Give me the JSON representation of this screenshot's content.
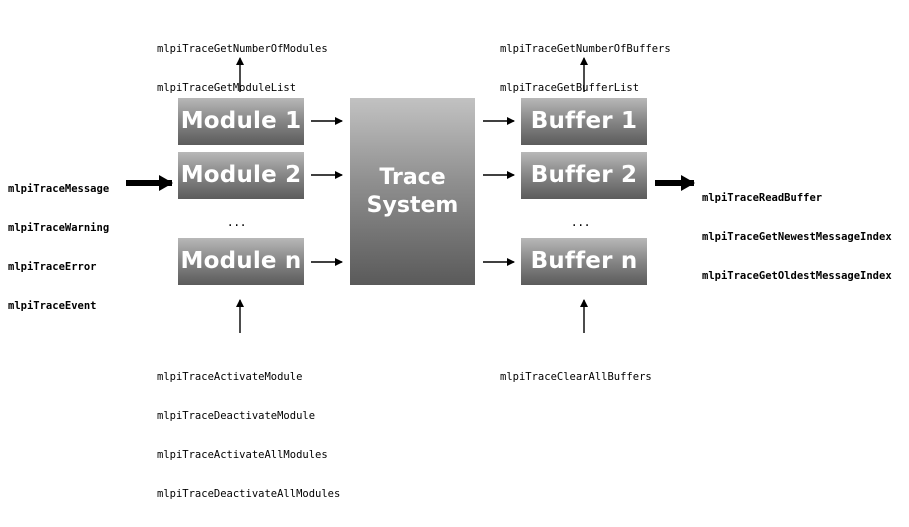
{
  "module_boxes": {
    "module1": "Module 1",
    "module2": "Module 2",
    "module_n": "Module n",
    "ellipsis": "..."
  },
  "trace_system": {
    "line1": "Trace",
    "line2": "System"
  },
  "buffer_boxes": {
    "buffer1": "Buffer 1",
    "buffer2": "Buffer 2",
    "buffer_n": "Buffer n",
    "ellipsis": "..."
  },
  "functions": {
    "module_query": [
      "mlpiTraceGetNumberOfModules",
      "mlpiTraceGetModuleList"
    ],
    "buffer_query": [
      "mlpiTraceGetNumberOfBuffers",
      "mlpiTraceGetBufferList"
    ],
    "message_input": [
      "mlpiTraceMessage",
      "mlpiTraceWarning",
      "mlpiTraceError",
      "mlpiTraceEvent"
    ],
    "buffer_output": [
      "mlpiTraceReadBuffer",
      "mlpiTraceGetNewestMessageIndex",
      "mlpiTraceGetOldestMessageIndex"
    ],
    "module_control": [
      "mlpiTraceActivateModule",
      "mlpiTraceDeactivateModule",
      "mlpiTraceActivateAllModules",
      "mlpiTraceDeactivateAllModules"
    ],
    "buffer_control": [
      "mlpiTraceClearAllBuffers"
    ]
  }
}
